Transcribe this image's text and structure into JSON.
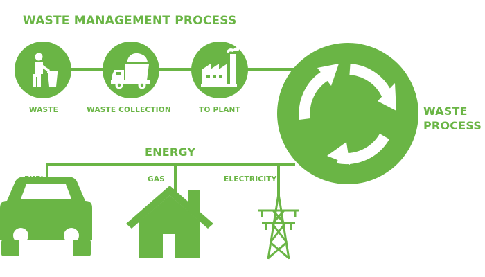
{
  "title": "WASTE MANAGEMENT PROCESS",
  "steps": {
    "waste": "WASTE",
    "collection": "WASTE COLLECTION",
    "plant": "TO PLANT",
    "process_line1": "WASTE",
    "process_line2": "PROCESS"
  },
  "energy": {
    "label": "ENERGY",
    "outputs": {
      "fuel": "FUEL",
      "gas": "GAS",
      "electricity": "ELECTRICITY"
    }
  },
  "icons": [
    "person-bin-icon",
    "garbage-truck-icon",
    "factory-icon",
    "recycle-icon",
    "car-icon",
    "house-icon",
    "power-tower-icon"
  ],
  "colors": {
    "accent": "#6ab545",
    "background": "#ffffff"
  }
}
